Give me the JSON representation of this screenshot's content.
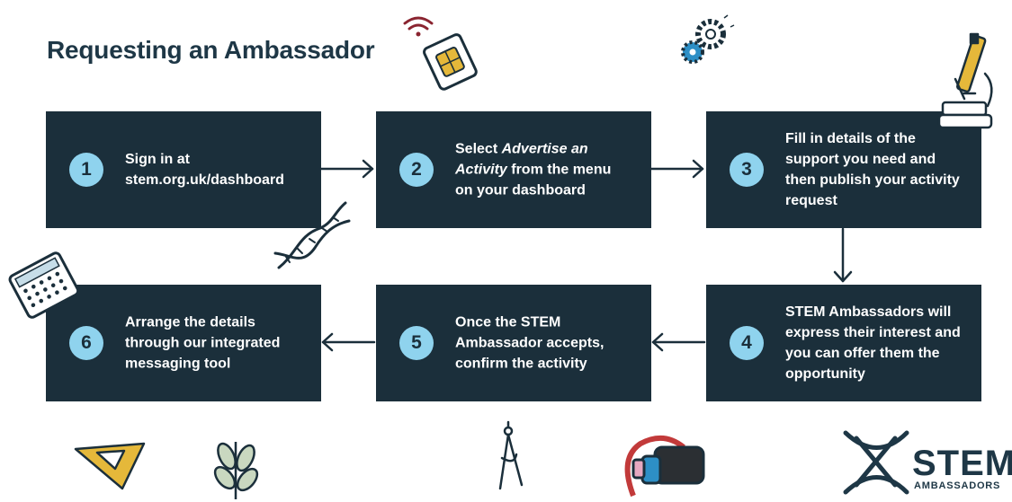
{
  "title": "Requesting an Ambassador",
  "colors": {
    "box": "#1b2f3b",
    "badge": "#8fd3ee",
    "title": "#1e3746"
  },
  "steps": [
    {
      "number": "1",
      "line1_pre": "Sign in at",
      "line2": "stem.org.uk/dashboard"
    },
    {
      "number": "2",
      "pre": "Select ",
      "italic1": "Advertise an",
      "italic2": "Activity",
      "post": " from the menu",
      "line3": "on your dashboard"
    },
    {
      "number": "3",
      "text": "Fill in details of the support you need and then publish your activity request"
    },
    {
      "number": "4",
      "text": "STEM Ambassadors will express their interest and you can offer them the opportunity"
    },
    {
      "number": "5",
      "text": "Once the STEM Ambassador accepts, confirm the activity"
    },
    {
      "number": "6",
      "text": "Arrange the details through our integrated messaging tool"
    }
  ],
  "logo": {
    "name": "STEM",
    "sub": "AMBASSADORS"
  },
  "icons": [
    "wifi-icon",
    "sim-card-icon",
    "gears-icon",
    "microscope-icon",
    "dna-icon",
    "calculator-icon",
    "set-square-icon",
    "leaf-icon",
    "compass-icon",
    "vr-headset-icon"
  ]
}
